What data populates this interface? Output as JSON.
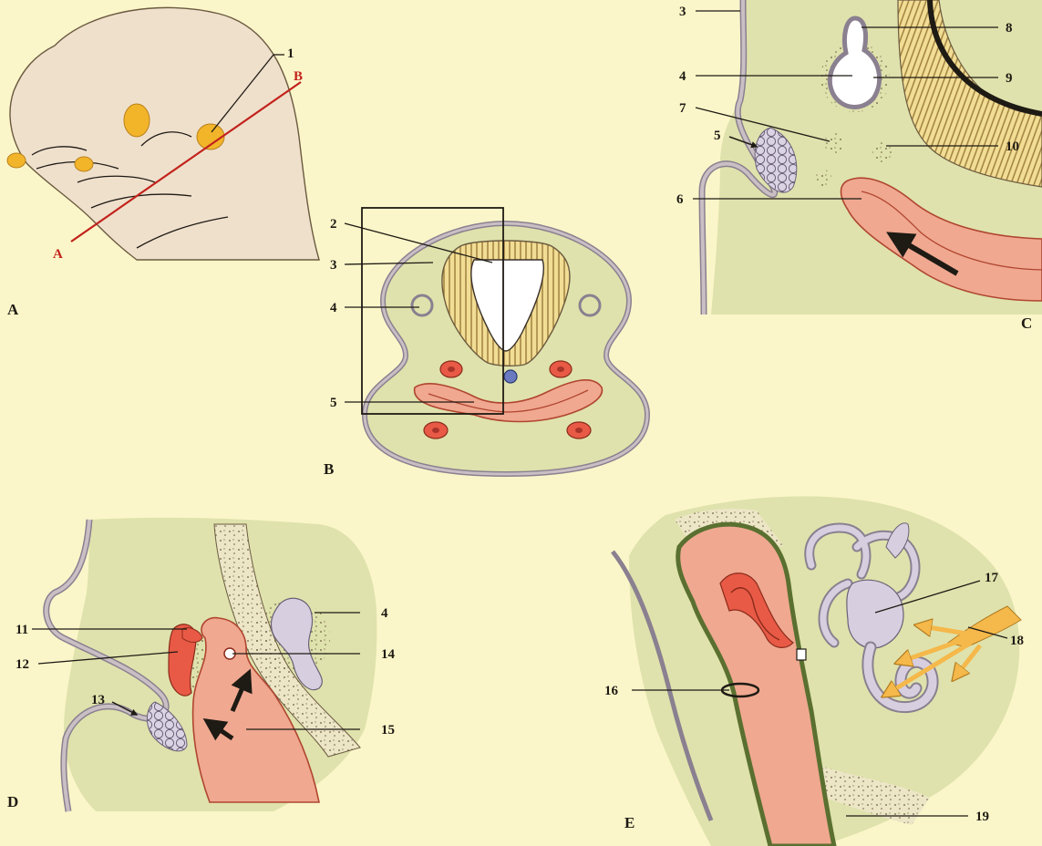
{
  "colors": {
    "background": "#fbf6c9",
    "tissue_green": "#dfe2ac",
    "skin": "#efe0cc",
    "ectoderm_gray": "#c9bfc4",
    "endoderm_red": "#f0a890",
    "vessel_red": "#e85a46",
    "neural_tube": "#ecd68a",
    "optic_yellow": "#f2b52a",
    "nerve_orange": "#f5b84a",
    "section_line_red": "#c2221b"
  },
  "panels": {
    "a": {
      "label": "A",
      "labels": {
        "n1": "1",
        "sec_a": "A",
        "sec_b": "B"
      }
    },
    "b": {
      "label": "B",
      "labels": {
        "n2": "2",
        "n3": "3",
        "n4": "4",
        "n5": "5"
      }
    },
    "c": {
      "label": "C",
      "labels": {
        "n3": "3",
        "n4": "4",
        "n5": "5",
        "n6": "6",
        "n7": "7",
        "n8": "8",
        "n9": "9",
        "n10": "10"
      }
    },
    "d": {
      "label": "D",
      "labels": {
        "n4": "4",
        "n11": "11",
        "n12": "12",
        "n13": "13",
        "n14": "14",
        "n15": "15"
      }
    },
    "e": {
      "label": "E",
      "labels": {
        "n16": "16",
        "n17": "17",
        "n18": "18",
        "n19": "19"
      }
    }
  }
}
